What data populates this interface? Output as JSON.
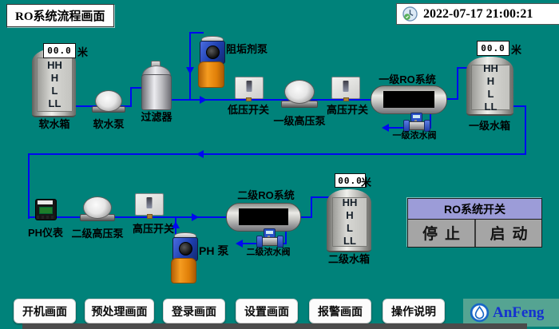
{
  "header": {
    "title": "RO系统流程画面",
    "datetime": "2022-07-17 21:00:21"
  },
  "tanks": {
    "soft": {
      "label": "软水箱",
      "level": "00.0",
      "unit": "米",
      "marks": [
        "HH",
        "H",
        "L",
        "LL"
      ]
    },
    "stage1": {
      "label": "一级水箱",
      "level": "00.0",
      "unit": "米",
      "marks": [
        "HH",
        "H",
        "L",
        "LL"
      ]
    },
    "stage2": {
      "label": "二级水箱",
      "level": "00.0",
      "unit": "米",
      "marks": [
        "HH",
        "H",
        "L",
        "LL"
      ]
    }
  },
  "equipment": {
    "soft_pump": "软水泵",
    "filter": "过滤器",
    "antiscalant_pump": "阻垢剂泵",
    "low_pressure_switch": "低压开关",
    "stage1_hp_pump": "一级高压泵",
    "hp_switch_1": "高压开关",
    "ro_system_1": "一级RO系统",
    "concentrate_valve_1": "一级浓水阀",
    "ph_meter": "PH仪表",
    "stage2_hp_pump": "二级高压泵",
    "hp_switch_2": "高压开关",
    "ph_pump": "PH 泵",
    "ro_system_2": "二级RO系统",
    "concentrate_valve_2": "二级浓水阀"
  },
  "control_panel": {
    "title": "RO系统开关",
    "stop_label": "停止",
    "start_label": "启动"
  },
  "nav": [
    {
      "label": "开机画面"
    },
    {
      "label": "预处理画面"
    },
    {
      "label": "登录画面"
    },
    {
      "label": "设置画面"
    },
    {
      "label": "报警画面"
    },
    {
      "label": "操作说明"
    }
  ],
  "logo": {
    "text": "AnFeng"
  },
  "colors": {
    "background": "#00827A",
    "pipe": "#0008F0",
    "panel_header": "#9C9CD8",
    "panel_button": "#A5A5A5",
    "dosing_tank_orange": "#E8860E",
    "logo_blue": "#1532CF"
  }
}
